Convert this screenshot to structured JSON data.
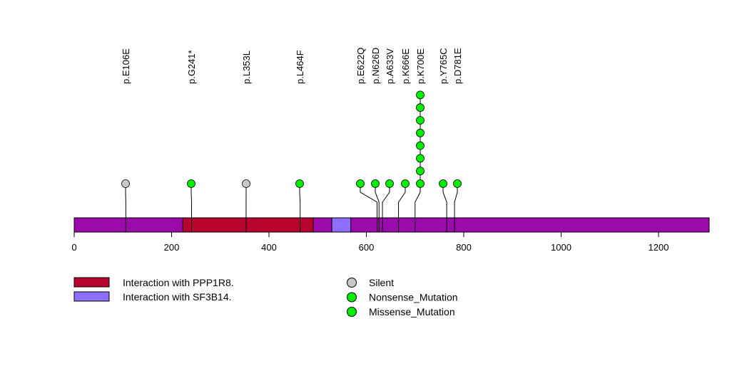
{
  "chart_data": {
    "type": "lollipop",
    "protein_length": 1304,
    "xlim": [
      0,
      1304
    ],
    "x_ticks": [
      0,
      200,
      400,
      600,
      800,
      1000,
      1200
    ],
    "x_tick_labels": [
      "0",
      "200",
      "400",
      "600",
      "800",
      "1000",
      "1200"
    ],
    "colors": {
      "backbone": "#9B0AAA",
      "silent": "#C8C8C8",
      "nonsense": "#00EE00",
      "missense": "#00EE00"
    },
    "domains": [
      {
        "name": "Interaction with PPP1R8.",
        "start": 223,
        "end": 491,
        "color": "#B8052E"
      },
      {
        "name": "Interaction with SF3B14.",
        "start": 529,
        "end": 568,
        "color": "#8F6FFF"
      }
    ],
    "mutations": [
      {
        "label": "p.E106E",
        "position": 106,
        "count": 1,
        "type": "Silent"
      },
      {
        "label": "p.G241*",
        "position": 241,
        "count": 1,
        "type": "Nonsense_Mutation"
      },
      {
        "label": "p.L353L",
        "position": 353,
        "count": 1,
        "type": "Silent"
      },
      {
        "label": "p.L464F",
        "position": 464,
        "count": 1,
        "type": "Missense_Mutation"
      },
      {
        "label": "p.E622Q",
        "position": 622,
        "count": 1,
        "type": "Missense_Mutation"
      },
      {
        "label": "p.N626D",
        "position": 626,
        "count": 1,
        "type": "Missense_Mutation"
      },
      {
        "label": "p.A633V",
        "position": 633,
        "count": 1,
        "type": "Missense_Mutation"
      },
      {
        "label": "p.K666E",
        "position": 666,
        "count": 1,
        "type": "Missense_Mutation"
      },
      {
        "label": "p.K700E",
        "position": 700,
        "count": 8,
        "type": "Missense_Mutation"
      },
      {
        "label": "p.Y765C",
        "position": 765,
        "count": 1,
        "type": "Missense_Mutation"
      },
      {
        "label": "p.D781E",
        "position": 781,
        "count": 1,
        "type": "Missense_Mutation"
      }
    ],
    "legend_domains": [
      "Interaction with PPP1R8.",
      "Interaction with SF3B14."
    ],
    "legend_types": [
      {
        "label": "Silent",
        "color": "#C8C8C8"
      },
      {
        "label": "Nonsense_Mutation",
        "color": "#00EE00"
      },
      {
        "label": "Missense_Mutation",
        "color": "#00EE00"
      }
    ]
  }
}
